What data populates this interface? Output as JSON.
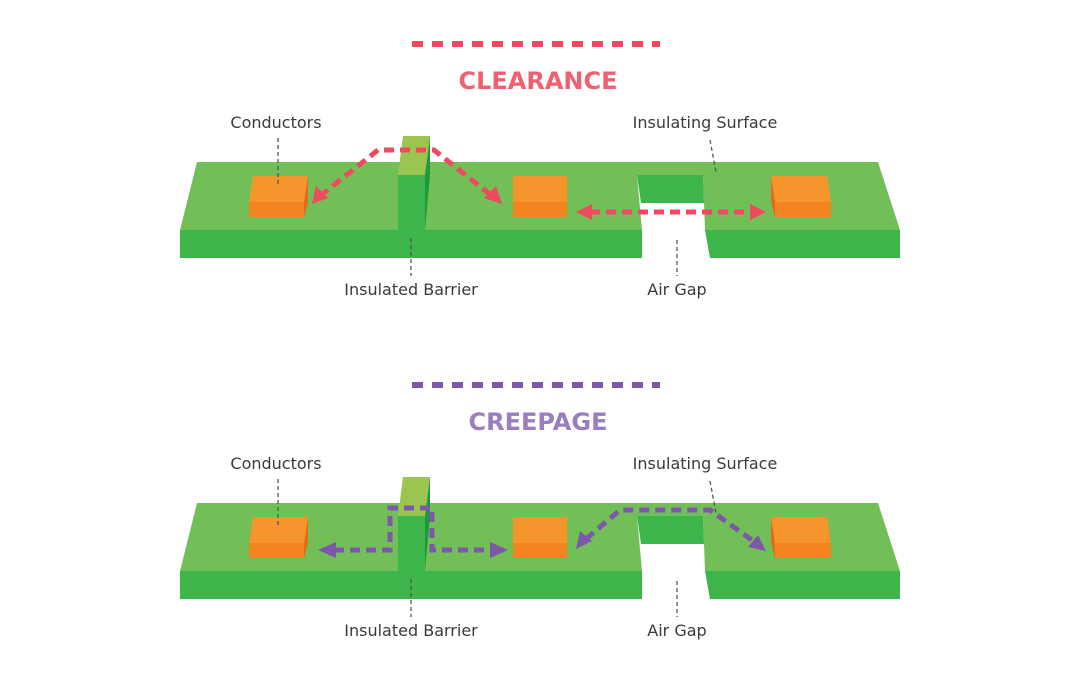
{
  "panels": [
    {
      "title": "CLEARANCE",
      "color": "#ef4a5e",
      "title_color": "#f0606e",
      "labels": {
        "conductors": "Conductors",
        "insulating_surface": "Insulating Surface",
        "insulated_barrier": "Insulated Barrier",
        "air_gap": "Air Gap"
      }
    },
    {
      "title": "CREEPAGE",
      "color": "#7e57a8",
      "title_color": "#9a7ec0",
      "labels": {
        "conductors": "Conductors",
        "insulating_surface": "Insulating Surface",
        "insulated_barrier": "Insulated Barrier",
        "air_gap": "Air Gap"
      }
    }
  ]
}
